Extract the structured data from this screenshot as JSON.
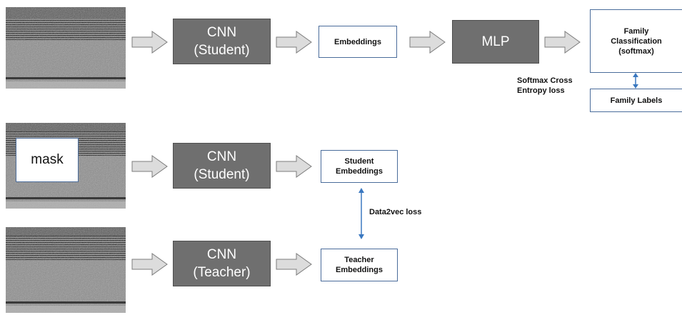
{
  "colors": {
    "cnn_box_fill": "#6f6f6f",
    "cnn_text": "#ffffff",
    "box_border": "#4a6c9b",
    "arrow_fill": "#dcdcdc",
    "arrow_stroke": "#7c7c7c",
    "loss_arrow": "#3a78c0"
  },
  "row1": {
    "cnn": "CNN\n(Student)",
    "embeddings": "Embeddings",
    "mlp": "MLP",
    "classification": "Family\nClassification\n(softmax)",
    "labels": "Family Labels",
    "loss": "Softmax Cross\nEntropy loss"
  },
  "row2": {
    "mask": "mask",
    "cnn": "CNN\n(Student)",
    "embeddings": "Student\nEmbeddings"
  },
  "row3": {
    "cnn": "CNN\n(Teacher)",
    "embeddings": "Teacher\nEmbeddings"
  },
  "data2vec_loss": "Data2vec loss",
  "icons": {
    "flow_arrow": "block-right-arrow-icon",
    "loss_arrow": "double-vertical-arrow-icon"
  }
}
